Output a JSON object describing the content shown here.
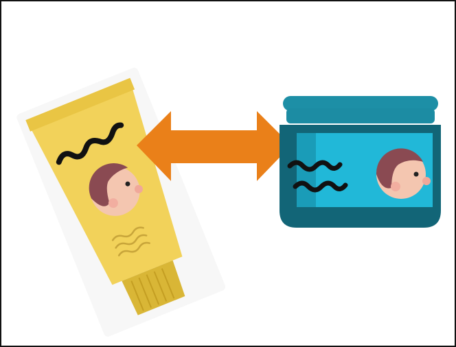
{
  "scene": {
    "items": [
      {
        "name": "cream-tube",
        "color": "#f2d25a"
      },
      {
        "name": "double-arrow",
        "color": "#ea8019"
      },
      {
        "name": "hair-jar",
        "color": "#21b8d8"
      }
    ],
    "colors": {
      "tube_body": "#f2d25a",
      "tube_cap": "#d9b636",
      "arrow": "#ea8019",
      "jar_label": "#21b8d8",
      "jar_lid": "#1d8fa6",
      "jar_dark": "#126577",
      "hair": "#8a4a52",
      "skin": "#f4c6b0"
    }
  }
}
